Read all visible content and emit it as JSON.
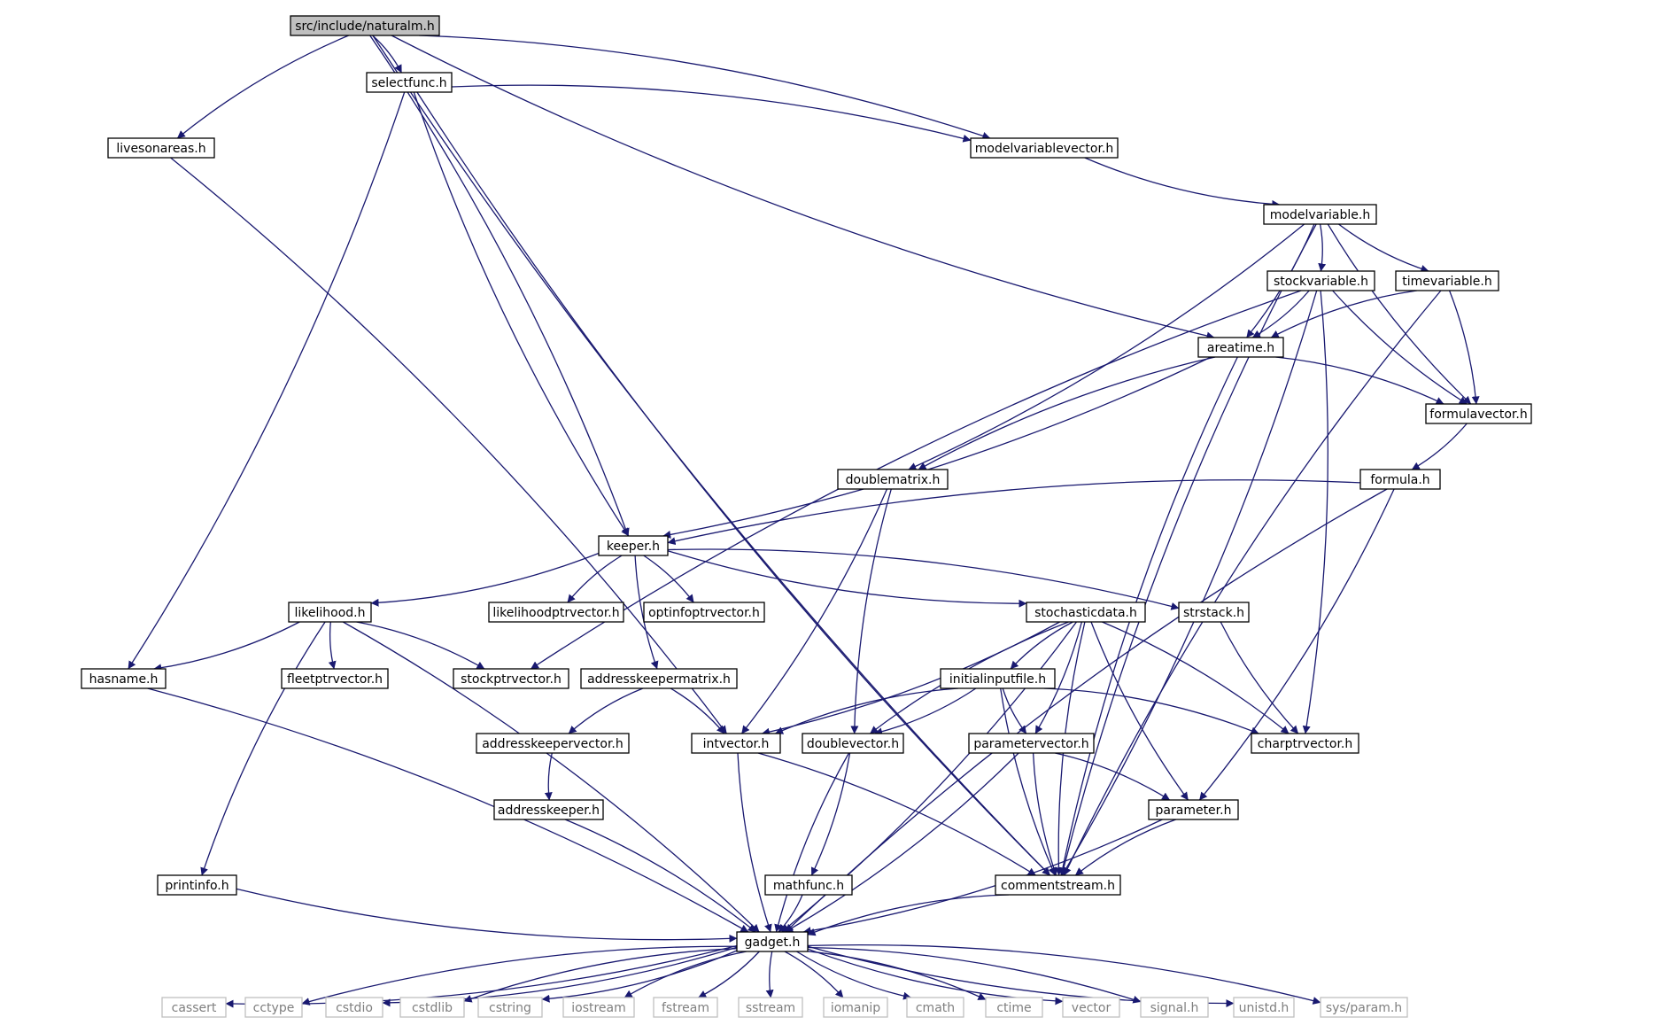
{
  "graph": {
    "nodes": [
      {
        "id": "naturalm",
        "label": "src/include/naturalm.h",
        "kind": "root"
      },
      {
        "id": "selectfunc",
        "label": "selectfunc.h"
      },
      {
        "id": "livesonareas",
        "label": "livesonareas.h"
      },
      {
        "id": "modelvariablevector",
        "label": "modelvariablevector.h"
      },
      {
        "id": "modelvariable",
        "label": "modelvariable.h"
      },
      {
        "id": "stockvariable",
        "label": "stockvariable.h"
      },
      {
        "id": "timevariable",
        "label": "timevariable.h"
      },
      {
        "id": "areatime",
        "label": "areatime.h"
      },
      {
        "id": "formulavector",
        "label": "formulavector.h"
      },
      {
        "id": "doublematrix",
        "label": "doublematrix.h"
      },
      {
        "id": "formula",
        "label": "formula.h"
      },
      {
        "id": "keeper",
        "label": "keeper.h"
      },
      {
        "id": "likelihood",
        "label": "likelihood.h"
      },
      {
        "id": "likelihoodptrvector",
        "label": "likelihoodptrvector.h"
      },
      {
        "id": "optinfoptrvector",
        "label": "optinfoptrvector.h"
      },
      {
        "id": "stochasticdata",
        "label": "stochasticdata.h"
      },
      {
        "id": "strstack",
        "label": "strstack.h"
      },
      {
        "id": "hasname",
        "label": "hasname.h"
      },
      {
        "id": "fleetptrvector",
        "label": "fleetptrvector.h"
      },
      {
        "id": "stockptrvector",
        "label": "stockptrvector.h"
      },
      {
        "id": "addresskeepermatrix",
        "label": "addresskeepermatrix.h"
      },
      {
        "id": "initialinputfile",
        "label": "initialinputfile.h"
      },
      {
        "id": "addresskeepervector",
        "label": "addresskeepervector.h"
      },
      {
        "id": "intvector",
        "label": "intvector.h"
      },
      {
        "id": "doublevector",
        "label": "doublevector.h"
      },
      {
        "id": "parametervector",
        "label": "parametervector.h"
      },
      {
        "id": "charptrvector",
        "label": "charptrvector.h"
      },
      {
        "id": "addresskeeper",
        "label": "addresskeeper.h"
      },
      {
        "id": "parameter",
        "label": "parameter.h"
      },
      {
        "id": "printinfo",
        "label": "printinfo.h"
      },
      {
        "id": "mathfunc",
        "label": "mathfunc.h"
      },
      {
        "id": "commentstream",
        "label": "commentstream.h"
      },
      {
        "id": "gadget",
        "label": "gadget.h"
      },
      {
        "id": "cassert",
        "label": "cassert",
        "kind": "sys"
      },
      {
        "id": "cctype",
        "label": "cctype",
        "kind": "sys"
      },
      {
        "id": "cstdio",
        "label": "cstdio",
        "kind": "sys"
      },
      {
        "id": "cstdlib",
        "label": "cstdlib",
        "kind": "sys"
      },
      {
        "id": "cstring",
        "label": "cstring",
        "kind": "sys"
      },
      {
        "id": "iostream",
        "label": "iostream",
        "kind": "sys"
      },
      {
        "id": "fstream",
        "label": "fstream",
        "kind": "sys"
      },
      {
        "id": "sstream",
        "label": "sstream",
        "kind": "sys"
      },
      {
        "id": "iomanip",
        "label": "iomanip",
        "kind": "sys"
      },
      {
        "id": "cmath",
        "label": "cmath",
        "kind": "sys"
      },
      {
        "id": "ctime",
        "label": "ctime",
        "kind": "sys"
      },
      {
        "id": "vector",
        "label": "vector",
        "kind": "sys"
      },
      {
        "id": "signal",
        "label": "signal.h",
        "kind": "sys"
      },
      {
        "id": "unistd",
        "label": "unistd.h",
        "kind": "sys"
      },
      {
        "id": "sysparam",
        "label": "sys/param.h",
        "kind": "sys"
      }
    ],
    "edges": [
      [
        "naturalm",
        "selectfunc"
      ],
      [
        "naturalm",
        "livesonareas"
      ],
      [
        "naturalm",
        "modelvariablevector"
      ],
      [
        "naturalm",
        "areatime"
      ],
      [
        "naturalm",
        "keeper"
      ],
      [
        "naturalm",
        "commentstream"
      ],
      [
        "selectfunc",
        "modelvariablevector"
      ],
      [
        "selectfunc",
        "keeper"
      ],
      [
        "selectfunc",
        "hasname"
      ],
      [
        "selectfunc",
        "commentstream"
      ],
      [
        "livesonareas",
        "intvector"
      ],
      [
        "modelvariablevector",
        "modelvariable"
      ],
      [
        "modelvariable",
        "stockvariable"
      ],
      [
        "modelvariable",
        "timevariable"
      ],
      [
        "modelvariable",
        "areatime"
      ],
      [
        "modelvariable",
        "formulavector"
      ],
      [
        "modelvariable",
        "doublematrix"
      ],
      [
        "modelvariable",
        "commentstream"
      ],
      [
        "stockvariable",
        "areatime"
      ],
      [
        "stockvariable",
        "formulavector"
      ],
      [
        "stockvariable",
        "charptrvector"
      ],
      [
        "stockvariable",
        "stockptrvector"
      ],
      [
        "stockvariable",
        "commentstream"
      ],
      [
        "timevariable",
        "areatime"
      ],
      [
        "timevariable",
        "formulavector"
      ],
      [
        "timevariable",
        "commentstream"
      ],
      [
        "areatime",
        "formulavector"
      ],
      [
        "areatime",
        "doublematrix"
      ],
      [
        "areatime",
        "keeper"
      ],
      [
        "areatime",
        "commentstream"
      ],
      [
        "formulavector",
        "formula"
      ],
      [
        "formula",
        "keeper"
      ],
      [
        "formula",
        "parameter"
      ],
      [
        "formula",
        "gadget"
      ],
      [
        "doublematrix",
        "intvector"
      ],
      [
        "doublematrix",
        "doublevector"
      ],
      [
        "keeper",
        "likelihood"
      ],
      [
        "keeper",
        "likelihoodptrvector"
      ],
      [
        "keeper",
        "optinfoptrvector"
      ],
      [
        "keeper",
        "stochasticdata"
      ],
      [
        "keeper",
        "strstack"
      ],
      [
        "keeper",
        "addresskeepermatrix"
      ],
      [
        "likelihood",
        "hasname"
      ],
      [
        "likelihood",
        "fleetptrvector"
      ],
      [
        "likelihood",
        "stockptrvector"
      ],
      [
        "likelihood",
        "printinfo"
      ],
      [
        "likelihood",
        "gadget"
      ],
      [
        "stochasticdata",
        "initialinputfile"
      ],
      [
        "stochasticdata",
        "intvector"
      ],
      [
        "stochasticdata",
        "doublevector"
      ],
      [
        "stochasticdata",
        "parametervector"
      ],
      [
        "stochasticdata",
        "parameter"
      ],
      [
        "stochasticdata",
        "charptrvector"
      ],
      [
        "stochasticdata",
        "commentstream"
      ],
      [
        "stochasticdata",
        "gadget"
      ],
      [
        "strstack",
        "charptrvector"
      ],
      [
        "hasname",
        "gadget"
      ],
      [
        "addresskeepermatrix",
        "addresskeepervector"
      ],
      [
        "addresskeepermatrix",
        "intvector"
      ],
      [
        "addresskeepervector",
        "addresskeeper"
      ],
      [
        "addresskeeper",
        "gadget"
      ],
      [
        "initialinputfile",
        "intvector"
      ],
      [
        "initialinputfile",
        "doublevector"
      ],
      [
        "initialinputfile",
        "parametervector"
      ],
      [
        "initialinputfile",
        "charptrvector"
      ],
      [
        "initialinputfile",
        "commentstream"
      ],
      [
        "intvector",
        "commentstream"
      ],
      [
        "intvector",
        "gadget"
      ],
      [
        "doublevector",
        "mathfunc"
      ],
      [
        "doublevector",
        "gadget"
      ],
      [
        "parametervector",
        "parameter"
      ],
      [
        "parametervector",
        "commentstream"
      ],
      [
        "parametervector",
        "gadget"
      ],
      [
        "parameter",
        "commentstream"
      ],
      [
        "parameter",
        "gadget"
      ],
      [
        "printinfo",
        "gadget"
      ],
      [
        "mathfunc",
        "gadget"
      ],
      [
        "commentstream",
        "gadget"
      ],
      [
        "gadget",
        "cassert"
      ],
      [
        "gadget",
        "cctype"
      ],
      [
        "gadget",
        "cstdio"
      ],
      [
        "gadget",
        "cstdlib"
      ],
      [
        "gadget",
        "cstring"
      ],
      [
        "gadget",
        "iostream"
      ],
      [
        "gadget",
        "fstream"
      ],
      [
        "gadget",
        "sstream"
      ],
      [
        "gadget",
        "iomanip"
      ],
      [
        "gadget",
        "cmath"
      ],
      [
        "gadget",
        "ctime"
      ],
      [
        "gadget",
        "vector"
      ],
      [
        "gadget",
        "signal"
      ],
      [
        "gadget",
        "unistd"
      ],
      [
        "gadget",
        "sysparam"
      ]
    ]
  }
}
